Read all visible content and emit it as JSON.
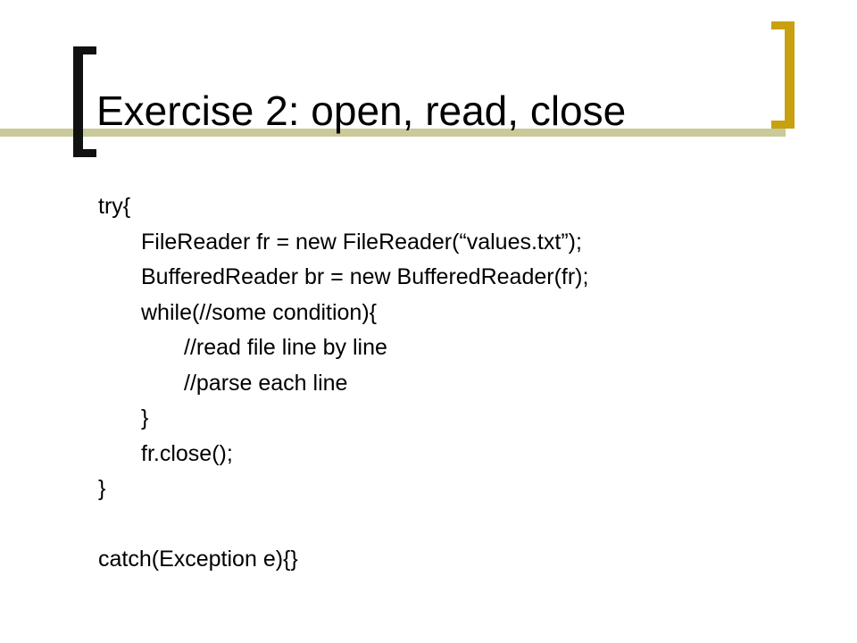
{
  "slide": {
    "title": "Exercise 2: open, read, close",
    "code_lines": [
      {
        "text": "try{",
        "indent": 0
      },
      {
        "text": "FileReader fr = new FileReader(“values.txt”);",
        "indent": 1
      },
      {
        "text": "BufferedReader br = new BufferedReader(fr);",
        "indent": 1
      },
      {
        "text": "while(//some condition){",
        "indent": 1
      },
      {
        "text": "//read file line by line",
        "indent": 2
      },
      {
        "text": "//parse each line",
        "indent": 2
      },
      {
        "text": "}",
        "indent": 1
      },
      {
        "text": "fr.close();",
        "indent": 1
      },
      {
        "text": "}",
        "indent": 0
      },
      {
        "text": "",
        "indent": 0
      },
      {
        "text": "catch(Exception e){}",
        "indent": 0
      }
    ]
  },
  "colors": {
    "accent_gold": "#c8a010",
    "accent_line": "#c9c99a",
    "bracket_dark": "#111111"
  }
}
